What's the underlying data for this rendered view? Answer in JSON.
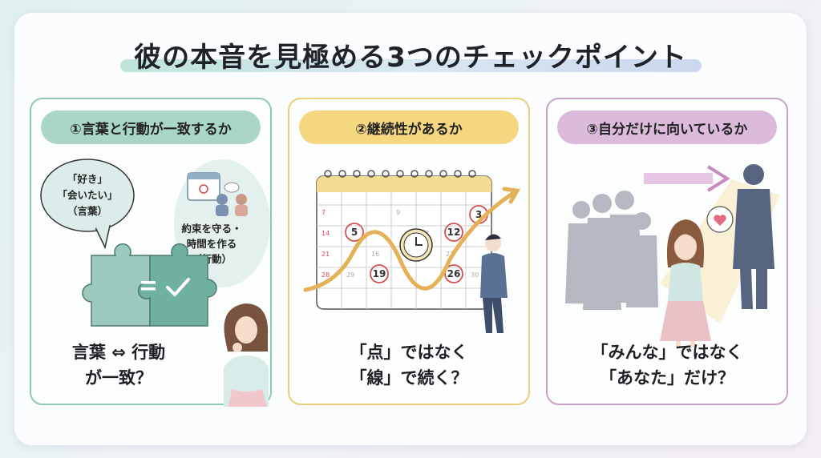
{
  "title": "彼の本音を見極める3つのチェックポイント",
  "cards": [
    {
      "heading": "①言葉と行動が一致するか",
      "bubble_lines": [
        "「好き」",
        "「会いたい」",
        "（言葉）"
      ],
      "action_lines": [
        "約束を守る・",
        "時間を作る",
        "（行動）"
      ],
      "caption_lines": [
        "言葉 ⇔ 行動",
        "が一致？"
      ]
    },
    {
      "heading": "②継続性があるか",
      "calendar_circled": [
        "5",
        "12",
        "19",
        "26",
        "3"
      ],
      "caption_lines": [
        "「点」ではなく",
        "「線」で続く？"
      ]
    },
    {
      "heading": "③自分だけに向いているか",
      "caption_lines": [
        "「みんな」ではなく",
        "「あなた」だけ？"
      ]
    }
  ],
  "colors": {
    "card1_accent": "#8fc7b5",
    "card2_accent": "#ebcf77",
    "card3_accent": "#c8a0c8"
  }
}
